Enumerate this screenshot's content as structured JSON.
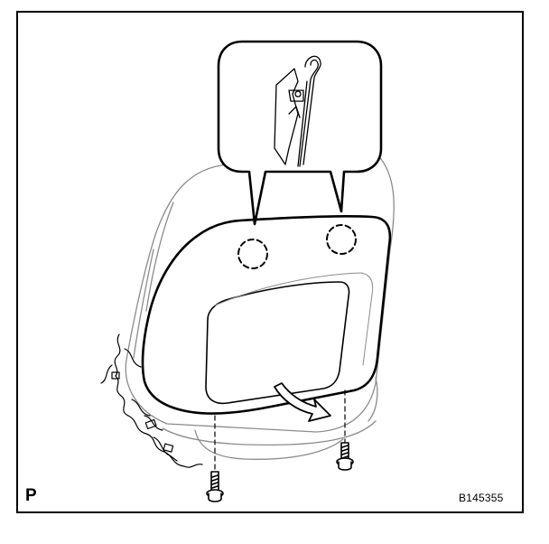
{
  "labels": {
    "corner_mark": "P",
    "figure_id": "B145355"
  },
  "colors": {
    "line": "#000000",
    "background": "#ffffff",
    "light_line": "#8c8c8c"
  },
  "icons": {
    "callout": "magnified-clip-detail",
    "arrow": "curved-removal-arrow",
    "screws": "bolt-icon"
  }
}
